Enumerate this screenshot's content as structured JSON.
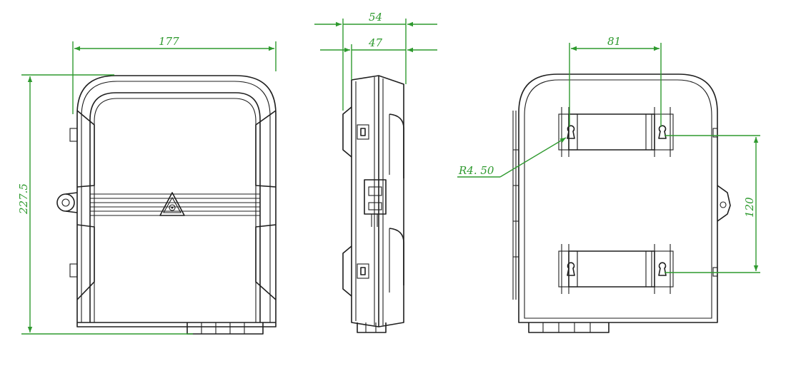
{
  "dimensions": {
    "front_width": "177",
    "front_height": "227.5",
    "side_depth_outer": "54",
    "side_depth_inner": "47",
    "back_hole_spacing_h": "81",
    "back_hole_spacing_v": "120",
    "keyhole_radius": "R4. 50"
  },
  "colors": {
    "outline": "#1f1f1f",
    "dimension": "#2f9a2f",
    "background": "#ffffff"
  },
  "icons": {
    "warning_symbol": "laser-warning-triangle-icon"
  }
}
